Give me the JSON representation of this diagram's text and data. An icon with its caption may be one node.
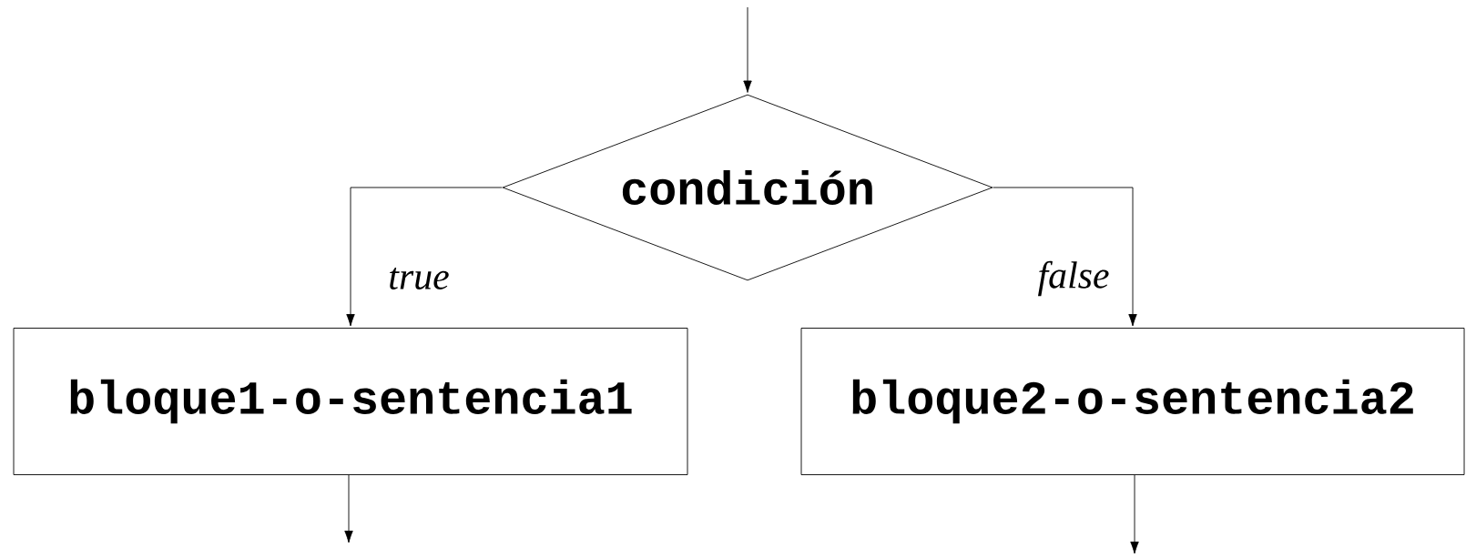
{
  "diagram": {
    "nodes": [
      {
        "text": [
          "condición"
        ]
      },
      {
        "text": [
          "bloque1-o-sentencia1"
        ]
      },
      {
        "text": [
          "bloque2-o-sentencia2"
        ]
      }
    ],
    "edges": [
      {
        "from": null,
        "to": 0,
        "arrow": "to"
      },
      {
        "from": 0,
        "to": 1,
        "arrow": "to",
        "label": "true"
      },
      {
        "from": 0,
        "to": 2,
        "arrow": "to",
        "label": "false"
      },
      {
        "from": 1,
        "to": null,
        "arrow": "to"
      },
      {
        "from": 2,
        "to": null,
        "arrow": "to"
      }
    ]
  }
}
